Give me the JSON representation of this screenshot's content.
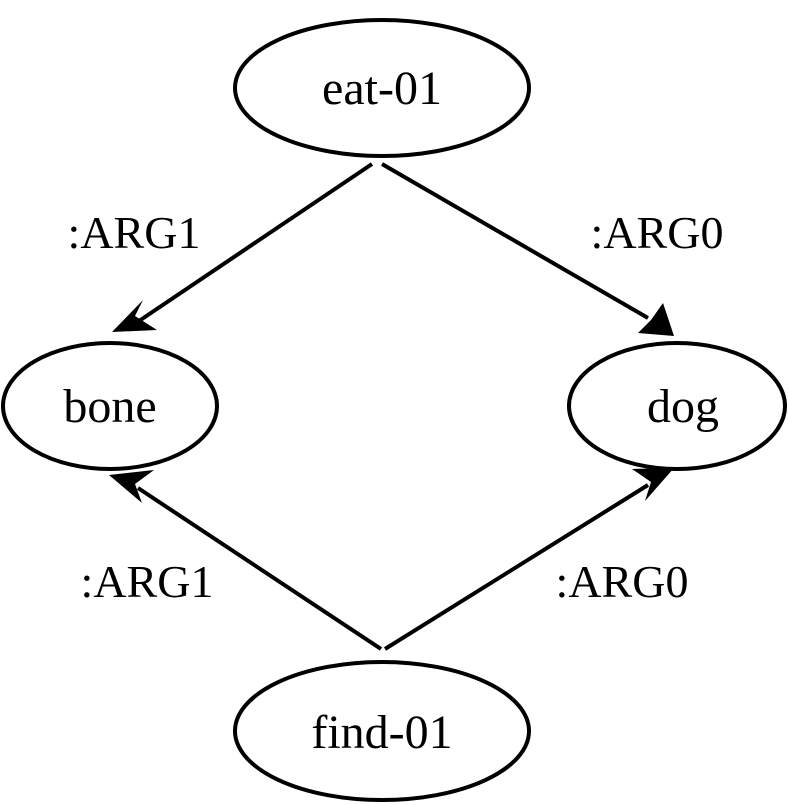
{
  "nodes": {
    "eat": {
      "label": "eat-01"
    },
    "bone": {
      "label": "bone"
    },
    "dog": {
      "label": "dog"
    },
    "find": {
      "label": "find-01"
    }
  },
  "edges": {
    "eat_bone": {
      "label": ":ARG1"
    },
    "eat_dog": {
      "label": ":ARG0"
    },
    "find_bone": {
      "label": ":ARG1"
    },
    "find_dog": {
      "label": ":ARG0"
    }
  }
}
